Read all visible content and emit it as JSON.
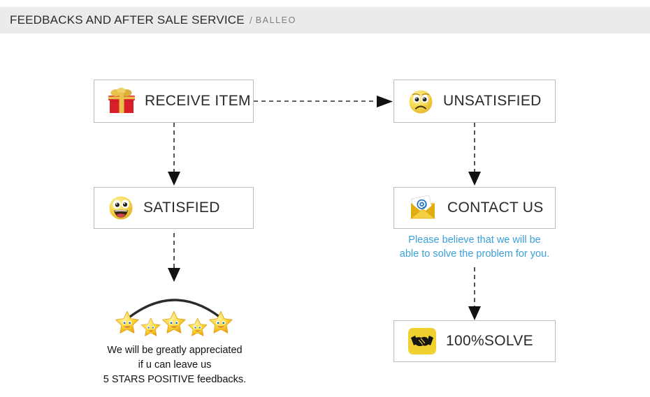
{
  "header": {
    "title": "FEEDBACKS AND AFTER SALE SERVICE",
    "separator": "/",
    "brand": "BALLEO",
    "background": "#ebebeb"
  },
  "colors": {
    "page_background": "#ffffff",
    "box_border": "#bdbdbd",
    "label_text": "#2a2a2a",
    "promise_blue": "#3a9fd8",
    "arrow": "#2b2b2b",
    "gift_red": "#d9202a",
    "gift_gold": "#e8c24a",
    "smiley_yellow": "#f7d64a",
    "envelope_gold": "#f0c419",
    "at_blue": "#1f6fc4",
    "handshake_yellow": "#f0d02e",
    "handshake_black": "#1a1a1a",
    "star_yellow": "#fcd734"
  },
  "flow": {
    "nodes": [
      {
        "id": "receive",
        "label": "RECEIVE ITEM",
        "icon": "gift-box-icon"
      },
      {
        "id": "unsatisfied",
        "label": "UNSATISFIED",
        "icon": "sad-face-icon"
      },
      {
        "id": "satisfied",
        "label": "SATISFIED",
        "icon": "happy-face-icon"
      },
      {
        "id": "contact",
        "label": "CONTACT US",
        "icon": "email-envelope-icon"
      },
      {
        "id": "solve",
        "label": "100%SOLVE",
        "icon": "handshake-icon"
      }
    ],
    "connectors": [
      {
        "id": "receive-to-unsatisfied",
        "style": "dashed",
        "direction": "right"
      },
      {
        "id": "receive-to-satisfied",
        "style": "dashed",
        "direction": "down"
      },
      {
        "id": "unsatisfied-to-contact",
        "style": "dashed",
        "direction": "down"
      },
      {
        "id": "satisfied-to-stars",
        "style": "dashed",
        "direction": "down"
      },
      {
        "id": "contact-to-solve",
        "style": "dashed",
        "direction": "down"
      }
    ]
  },
  "promise": {
    "line1": "Please believe that we will be",
    "line2": "able to solve the problem for you."
  },
  "rating": {
    "star_count": 5,
    "star_icon": "smiling-star-icon",
    "arc": "rating-arc"
  },
  "appreciation": {
    "line1": "We will be greatly appreciated",
    "line2": "if u can leave us",
    "line3": "5 STARS POSITIVE feedbacks."
  }
}
